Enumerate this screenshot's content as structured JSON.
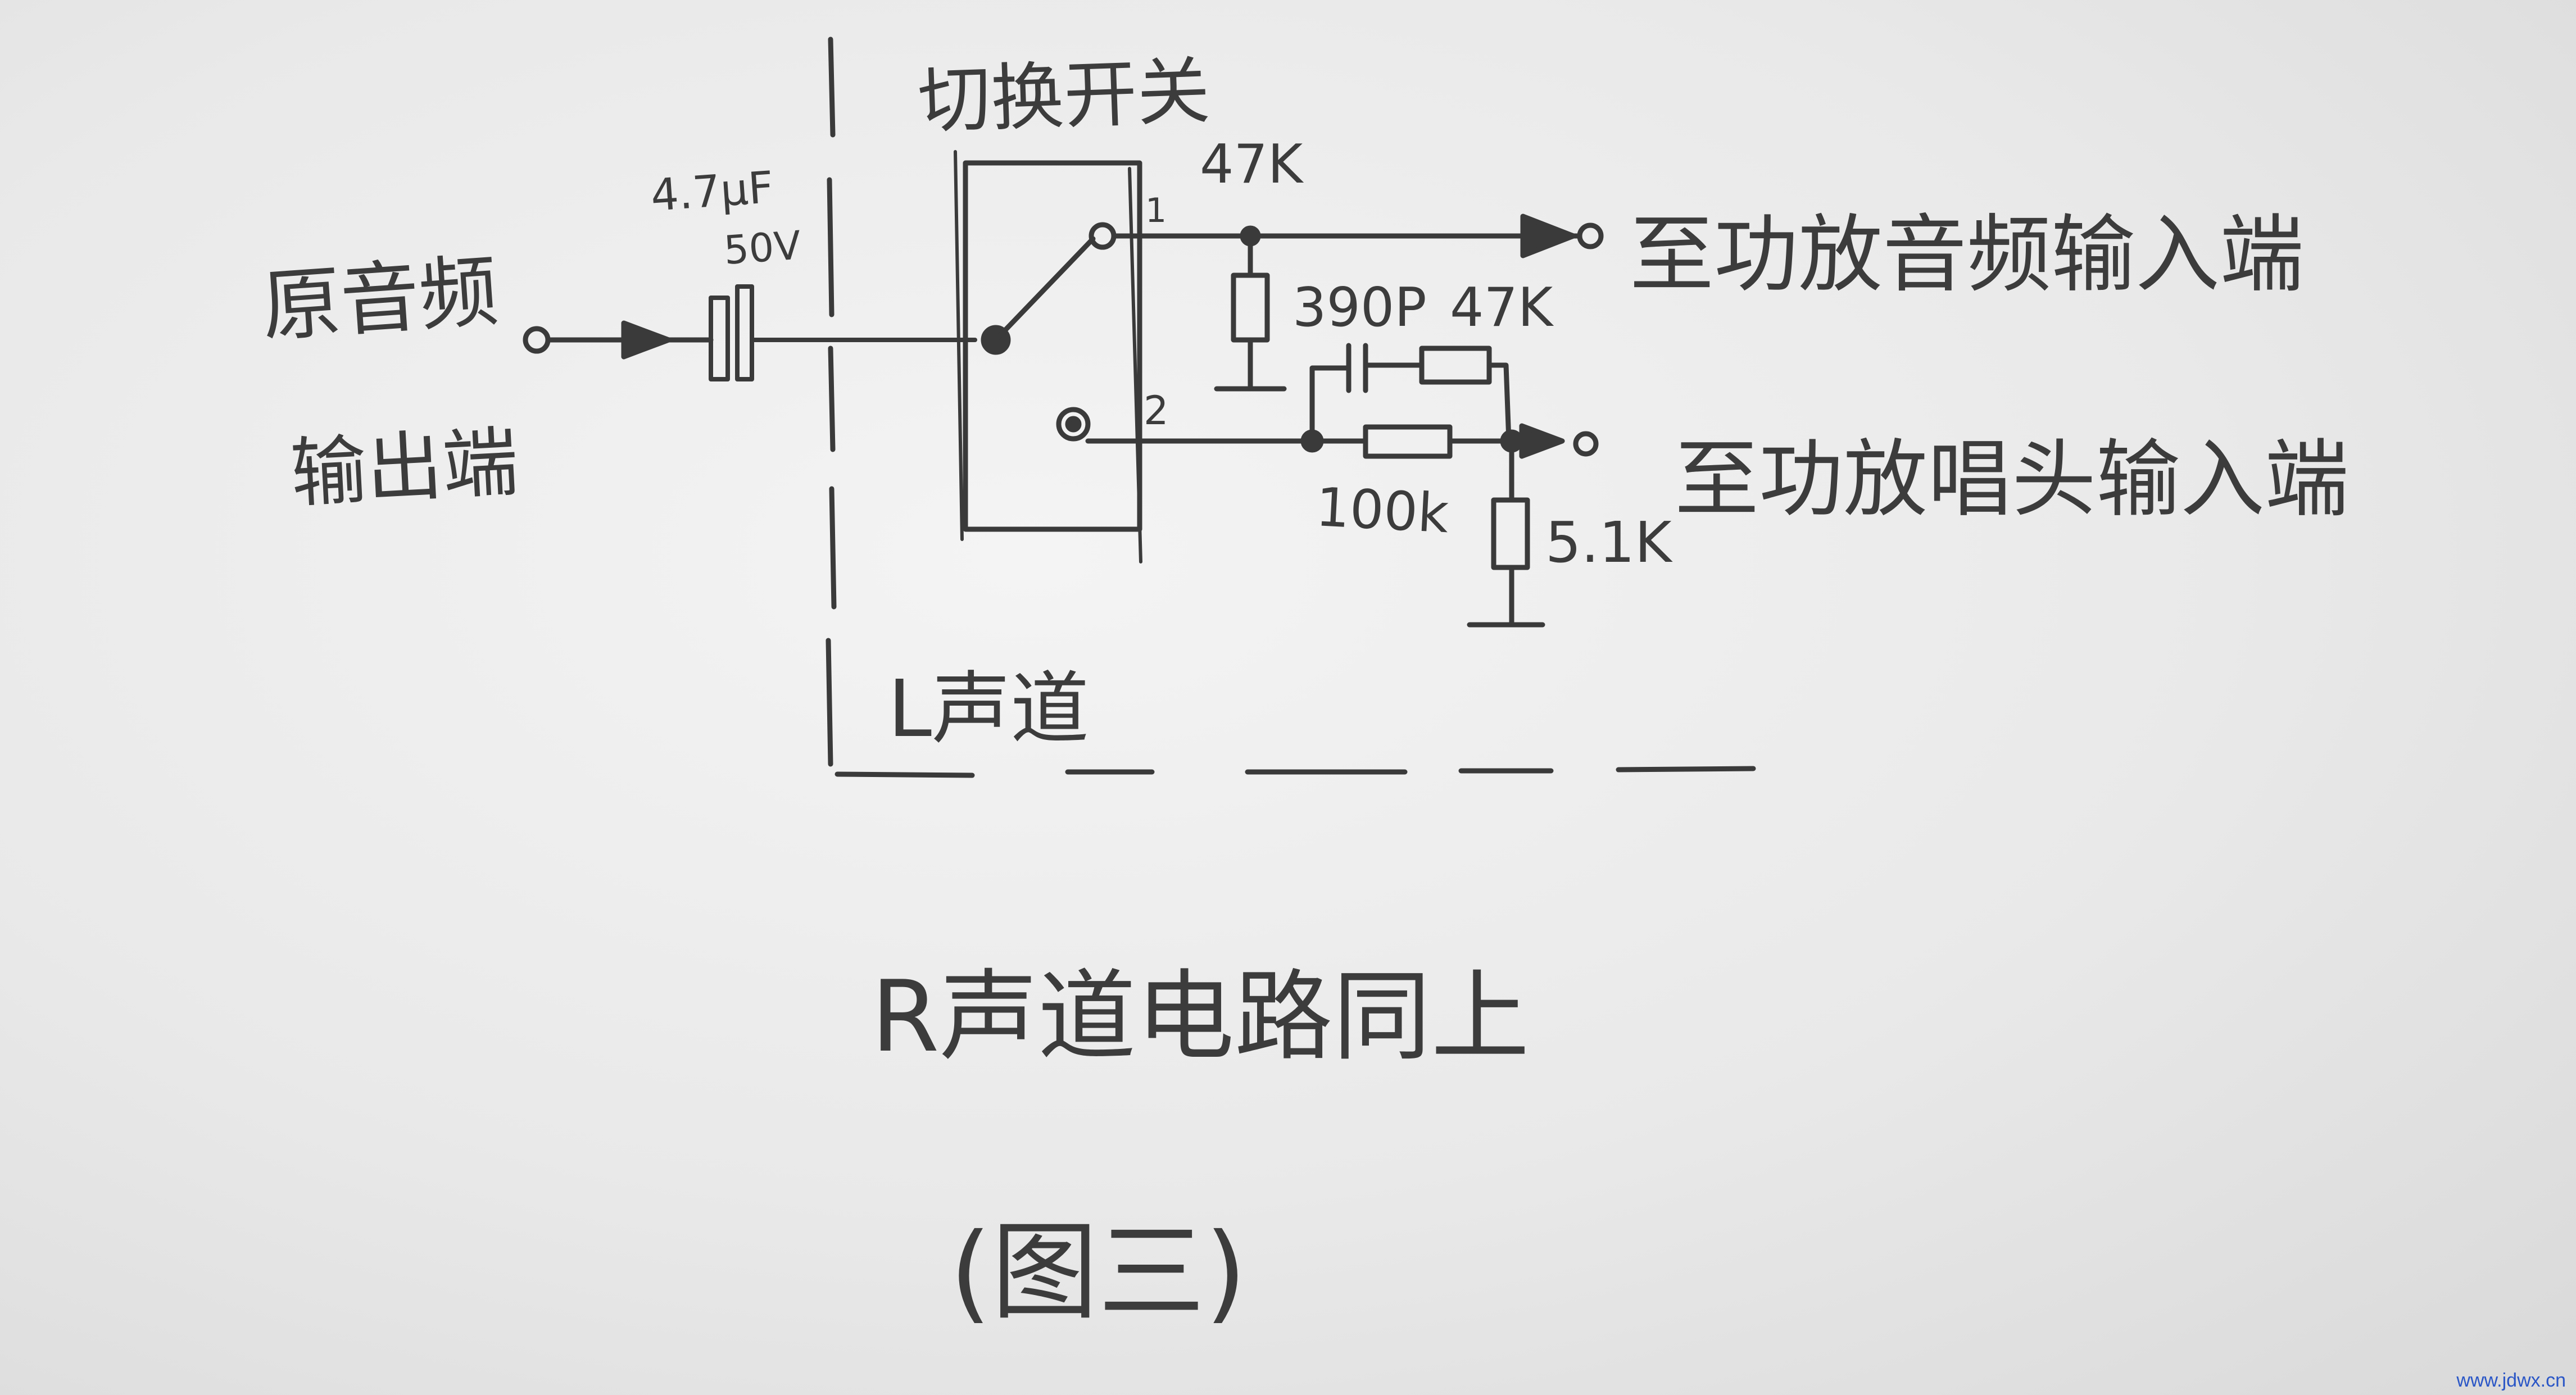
{
  "labels": {
    "source_line1": "原音频",
    "source_line2": "输出端",
    "capacitor_value": "4.7μF",
    "capacitor_voltage": "50V",
    "switch_title": "切换开关",
    "switch_pos1": "1",
    "switch_pos2": "2",
    "r_47k_top": "47K",
    "cap_390p": "390P",
    "r_47k_mid": "47K",
    "r_100k": "100k",
    "r_5_1k": "5.1K",
    "out_audio": "至功放音频输入端",
    "out_phono": "至功放唱头输入端",
    "channel_label": "L声道",
    "r_channel_note": "R声道电路同上",
    "figure_caption": "(图三)"
  },
  "watermark": "www.jdwx.cn",
  "colors": {
    "paper": "#ededed",
    "ink": "#3a3a3a",
    "watermark": "#2a56c6"
  }
}
